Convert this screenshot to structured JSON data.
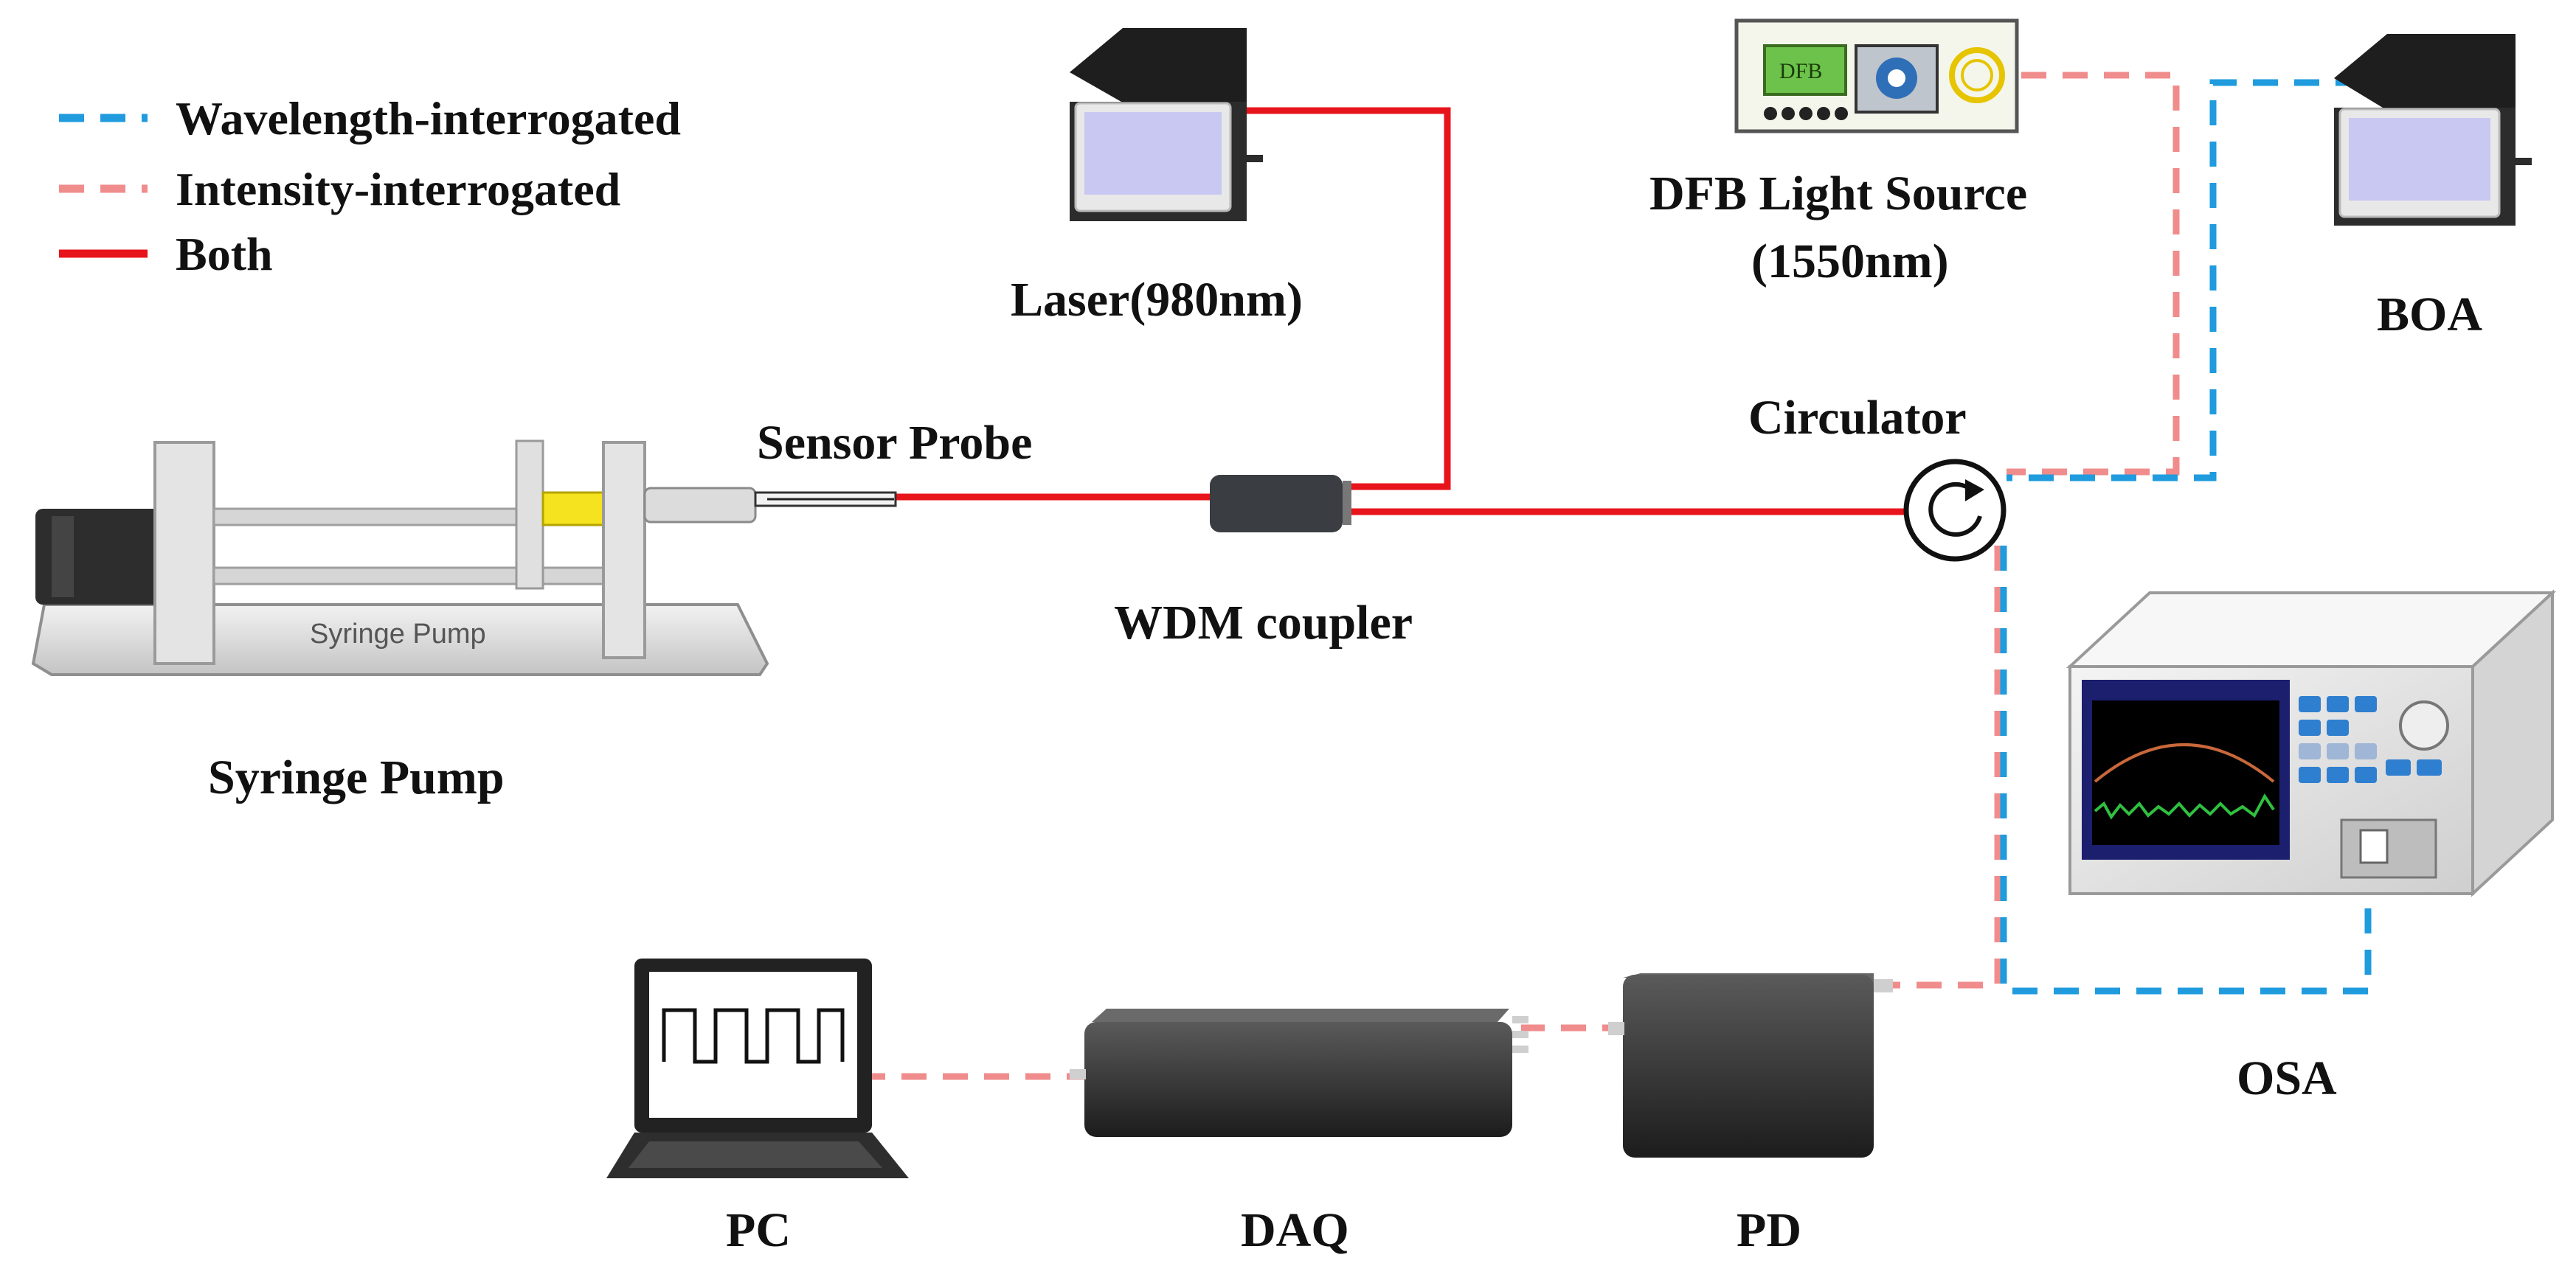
{
  "legend": {
    "items": [
      {
        "label": "Wavelength-interrogated",
        "style": "dashed",
        "color": "#1f9bde"
      },
      {
        "label": "Intensity-interrogated",
        "style": "dashed",
        "color": "#f08c8c"
      },
      {
        "label": "Both",
        "style": "solid",
        "color": "#e8141b"
      }
    ]
  },
  "components": {
    "syringe_pump": {
      "label": "Syringe Pump",
      "device_text": "Syringe Pump"
    },
    "sensor_probe": {
      "label": "Sensor Probe"
    },
    "laser": {
      "label": "Laser(980nm)"
    },
    "wdm": {
      "label": "WDM coupler"
    },
    "dfb": {
      "label_line1": "DFB Light Source",
      "label_line2": "(1550nm)",
      "chip_text": "DFB"
    },
    "boa": {
      "label": "BOA"
    },
    "circulator": {
      "label": "Circulator"
    },
    "osa": {
      "label": "OSA"
    },
    "pc": {
      "label": "PC"
    },
    "daq": {
      "label": "DAQ"
    },
    "pd": {
      "label": "PD"
    }
  },
  "colors": {
    "both": "#e8141b",
    "wavelength": "#1f9bde",
    "intensity": "#f08c8c",
    "device_dark": "#2b2b2b",
    "screen": "#c9c8f2"
  }
}
